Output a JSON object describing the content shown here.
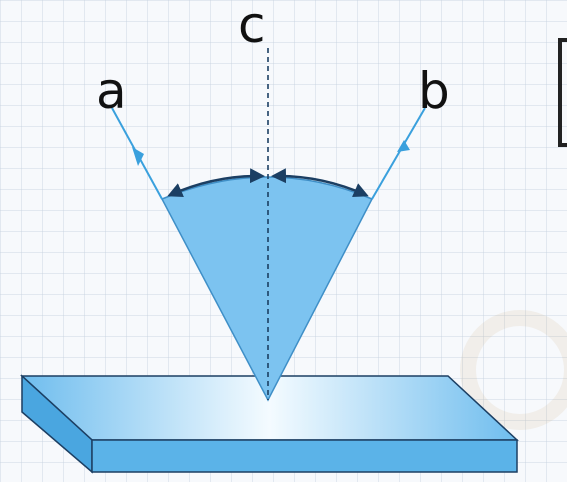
{
  "labels": {
    "incident": "a",
    "reflected": "b",
    "normal": "c"
  },
  "colors": {
    "wedge_fill": "#7cc3f0",
    "mirror_fill": "#5bb3e8",
    "ray_stroke": "#3aa0dd",
    "outline": "#1c3f63",
    "arc_stroke": "#1c3f63"
  }
}
